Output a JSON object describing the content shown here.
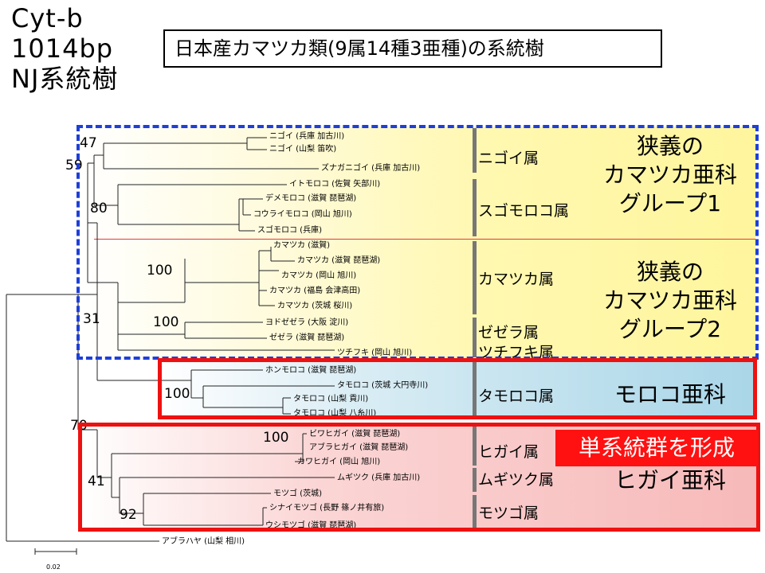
{
  "header": {
    "gene": "Cyt-b",
    "length": "1014bp",
    "method": "NJ系統樹"
  },
  "title": "日本産カマツカ類(9属14種3亜種)の系統樹",
  "groups": {
    "group1": [
      "狭義の",
      "カマツカ亜科",
      "グループ1"
    ],
    "group2": [
      "狭義の",
      "カマツカ亜科",
      "グループ2"
    ],
    "moroko": "モロコ亜科",
    "higai": "ヒガイ亜科",
    "monophyly_note": "単系統群を形成"
  },
  "genera": [
    "ニゴイ属",
    "スゴモロコ属",
    "カマツカ属",
    "ゼゼラ属",
    "ツチフキ属",
    "タモロコ属",
    "ヒガイ属",
    "ムギツク属",
    "モツゴ属"
  ],
  "leaves": [
    "ニゴイ (兵庫 加古川)",
    "ニゴイ (山梨 笛吹)",
    "ズナガニゴイ (兵庫 加古川)",
    "イトモロコ (佐賀 矢部川)",
    "デメモロコ (滋賀 琵琶湖)",
    "コウライモロコ (岡山 旭川)",
    "スゴモロコ (兵庫)",
    "カマツカ (滋賀)",
    "カマツカ (滋賀 琵琶湖)",
    "カマツカ (岡山 旭川)",
    "カマツカ (福島 会津高田)",
    "カマツカ (茨城 桜川)",
    "ヨドゼゼラ (大阪 淀川)",
    "ゼゼラ (滋賀 琵琶湖)",
    "ツチフキ (岡山 旭川)",
    "ホンモロコ (滋賀 琵琶湖)",
    "タモロコ (茨城 大円寺川)",
    "タモロコ (山梨 貢川)",
    "タモロコ (山梨 八糸川)",
    "ビワヒガイ (滋賀 琵琶湖)",
    "アブラヒガイ (滋賀 琵琶湖)",
    "カワヒガイ (岡山 旭川)",
    "ムギツク (兵庫 加古川)",
    "モツゴ (茨城)",
    "シナイモツゴ (長野 篠ノ井有旅)",
    "ウシモツゴ (滋賀 琵琶湖)",
    "アブラハヤ (山梨 相川)"
  ],
  "bootstrap": [
    "47",
    "59",
    "80",
    "100",
    "31",
    "100",
    "100",
    "70",
    "100",
    "41",
    "92"
  ],
  "scale_bar": "0.02"
}
